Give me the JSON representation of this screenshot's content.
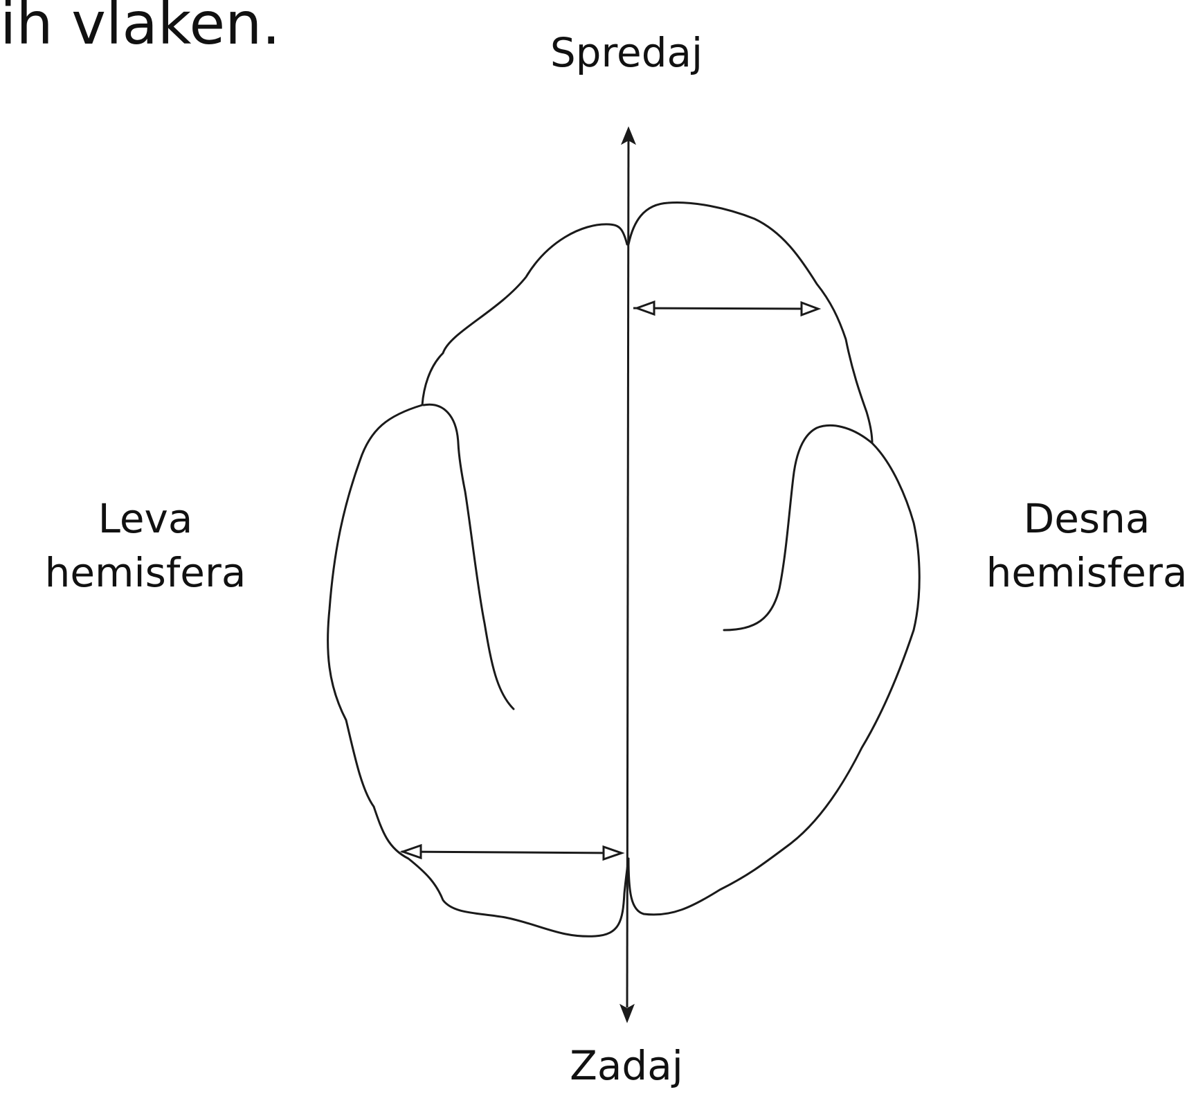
{
  "header_fragment": "ih vlaken.",
  "labels": {
    "front": "Spredaj",
    "back": "Zadaj",
    "left": {
      "line1": "Leva",
      "line2": "hemisfera"
    },
    "right": {
      "line1": "Desna",
      "line2": "hemisfera"
    }
  },
  "colors": {
    "stroke": "#1a1a1a",
    "background": "#ffffff"
  }
}
